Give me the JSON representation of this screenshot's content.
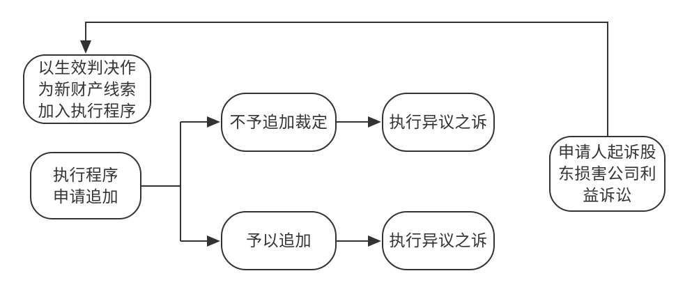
{
  "diagram": {
    "type": "flowchart",
    "colors": {
      "stroke": "#333333",
      "text": "#333333",
      "background": "#ffffff"
    },
    "nodes": [
      {
        "id": "effective-judgment-clue",
        "label": "以生效判决作\n为新财产线索\n加入执行程序"
      },
      {
        "id": "execution-addition-application",
        "label": "执行程序\n申请追加"
      },
      {
        "id": "ruling-no-addition",
        "label": "不予追加裁定"
      },
      {
        "id": "objection-lawsuit-top",
        "label": "执行异议之诉"
      },
      {
        "id": "addition-granted",
        "label": "予以追加"
      },
      {
        "id": "objection-lawsuit-bottom",
        "label": "执行异议之诉"
      },
      {
        "id": "applicant-sues-shareholder",
        "label": "申请人起诉股\n东损害公司利\n益诉讼"
      }
    ],
    "edges": [
      {
        "from": "execution-addition-application",
        "to": "ruling-no-addition"
      },
      {
        "from": "execution-addition-application",
        "to": "addition-granted"
      },
      {
        "from": "ruling-no-addition",
        "to": "objection-lawsuit-top"
      },
      {
        "from": "addition-granted",
        "to": "objection-lawsuit-bottom"
      },
      {
        "from": "applicant-sues-shareholder",
        "to": "effective-judgment-clue"
      }
    ]
  }
}
